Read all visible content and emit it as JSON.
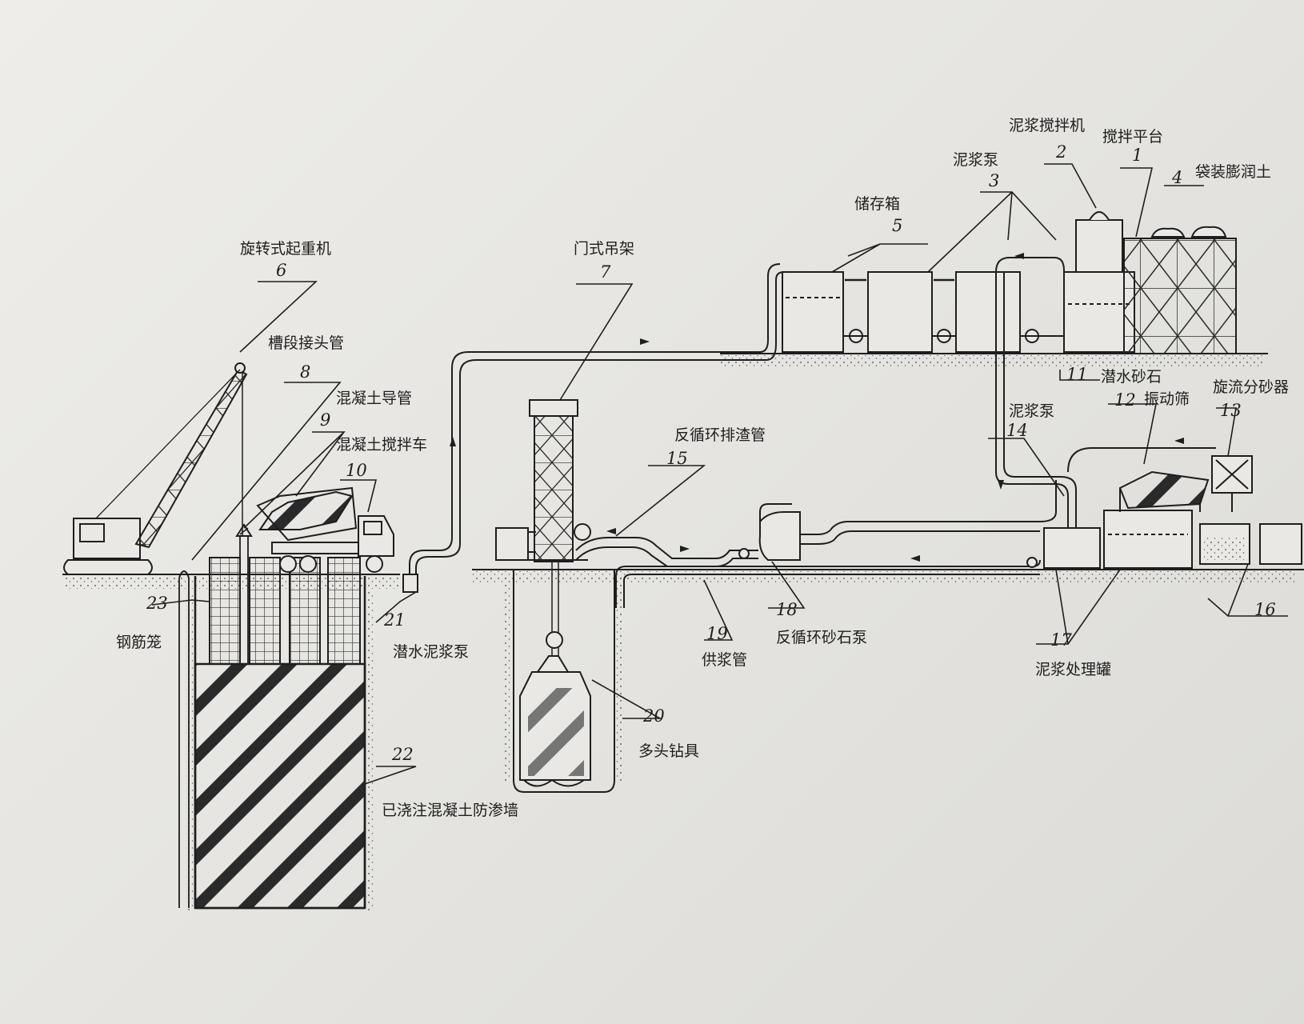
{
  "labels": {
    "mud_mixer": "泥浆搅拌机",
    "mixing_platform": "搅拌平台",
    "mud_pump_top": "泥浆泵",
    "bagged_bentonite": "袋装膨润土",
    "storage_tank": "储存箱",
    "rotary_crane": "旋转式起重机",
    "gantry_crane": "门式吊架",
    "joint_pipe": "槽段接头管",
    "concrete_tremie": "混凝土导管",
    "concrete_mixer_truck": "混凝土搅拌车",
    "submersible_sand_pump": "潜水砂石",
    "cyclone_desander": "旋流分砂器",
    "vibrating_screen": "振动筛",
    "mud_pump_right": "泥浆泵",
    "reverse_discharge_pipe": "反循环排渣管",
    "rebar_cage": "钢筋笼",
    "submersible_mud_pump": "潜水泥浆泵",
    "reverse_sand_pump": "反循环砂石泵",
    "supply_pipe": "供浆管",
    "mud_treatment_tank": "泥浆处理罐",
    "multi_head_drill": "多头钻具",
    "poured_wall": "已浇注混凝土防渗墙"
  },
  "numbers": {
    "n1": "1",
    "n2": "2",
    "n3": "3",
    "n4": "4",
    "n5": "5",
    "n6": "6",
    "n7": "7",
    "n8": "8",
    "n9": "9",
    "n10": "10",
    "n11": "11",
    "n12": "12",
    "n13": "13",
    "n14": "14",
    "n15": "15",
    "n16": "16",
    "n17": "17",
    "n18": "18",
    "n19": "19",
    "n20": "20",
    "n21": "21",
    "n22": "22",
    "n23": "23"
  },
  "colors": {
    "ink": "#1e1e1e",
    "paper": "#e9e8e4"
  }
}
